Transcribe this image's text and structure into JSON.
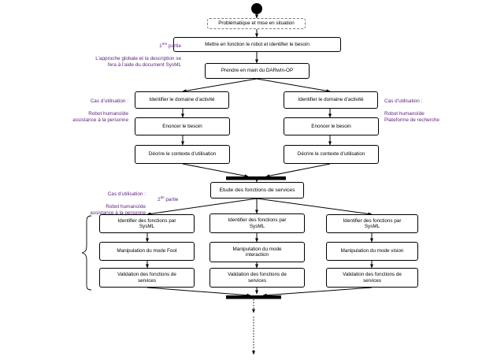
{
  "colors": {
    "annotation": "#5b1f7a",
    "line": "#000000",
    "dashed_box_border": "#777777"
  },
  "boxes": {
    "problematique": "Problématique et mise en situation",
    "mettre_en_fonction": "Mettre en fonction le robot et identifier le besoin",
    "prendre_en_main": "Prendre en main du DARwIn-OP",
    "identifier_domaine_left": "Identifier le domaine d’activité",
    "identifier_domaine_right": "Identifier le domaine d’activité",
    "enoncer_left": "Enoncer le besoin",
    "enoncer_right": "Enoncer le besoin",
    "decrire_left": "Décrire le contexte d’utilisation",
    "decrire_right": "Décrire le contexte d’utilisation",
    "etude": "Etude des fonctions de services",
    "identifier_fonctions_1": "Identifier des fonctions par\nSysML",
    "identifier_fonctions_2": "Identifier des fonctions par\nSysML",
    "identifier_fonctions_3": "Identifier des fonctions par\nSysML",
    "manip_foot": "Manipulation du mode Foot",
    "manip_interaction": "Manipulation du mode\ninteraction",
    "manip_vision": "Manipulation du mode vision",
    "validation_1": "Validation des fonctions de\nservices",
    "validation_2": "Validation des fonctions de\nservices",
    "validation_3": "Validation des fonctions de\nservices"
  },
  "annotations": {
    "part1": {
      "number": "1",
      "sup": "ère",
      "word": " partie",
      "text": "L’approche globale et la description se\nfera à l’aide du document SysML"
    },
    "cas_left": {
      "title": "Cas d’utilisation :",
      "text": "Robot humanoïde\nassistance à la personne"
    },
    "cas_right": {
      "title": "Cas d’utilisation :",
      "text": "Robot humanoïde\nPlateforme de recherche"
    },
    "cas_left2": {
      "title": "Cas d’utilisation :",
      "text": "Robot humanoïde\nassistance à la personne"
    },
    "part2": {
      "number": "2",
      "sup": "de",
      "word": " partie"
    }
  }
}
